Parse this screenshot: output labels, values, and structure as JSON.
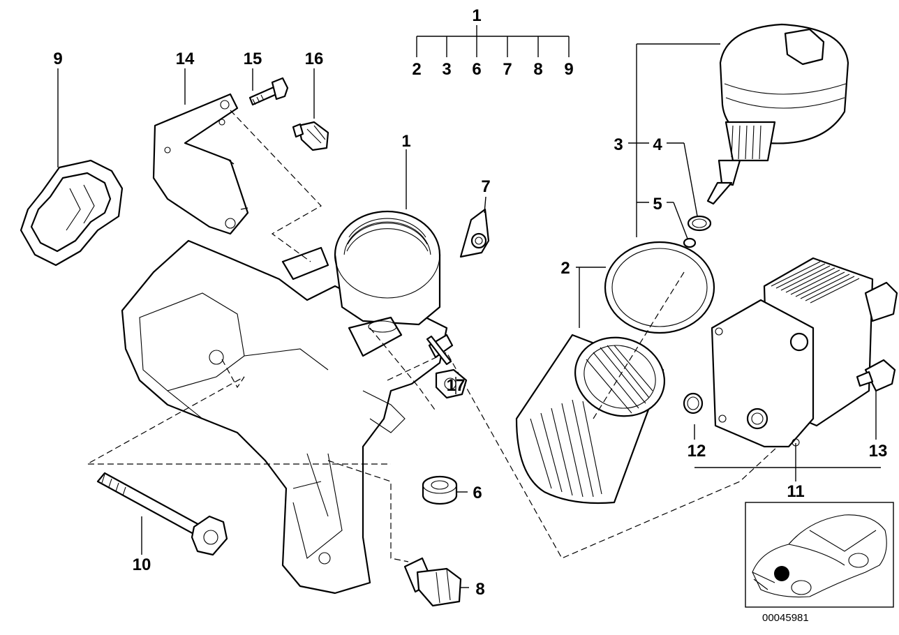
{
  "diagram": {
    "labels": {
      "l1_top": "1",
      "l2_top": "2",
      "l3_top": "3",
      "l6_top": "6",
      "l7_top": "7",
      "l8_top": "8",
      "l9_top": "9",
      "l9": "9",
      "l14": "14",
      "l15": "15",
      "l16": "16",
      "l1": "1",
      "l7": "7",
      "l3": "3",
      "l4": "4",
      "l5": "5",
      "l2": "2",
      "l17": "17",
      "l6": "6",
      "l10": "10",
      "l8": "8",
      "l12": "12",
      "l13": "13",
      "l11": "11"
    },
    "diagram_code": "00045981",
    "locator_marker_color": "#000000"
  }
}
